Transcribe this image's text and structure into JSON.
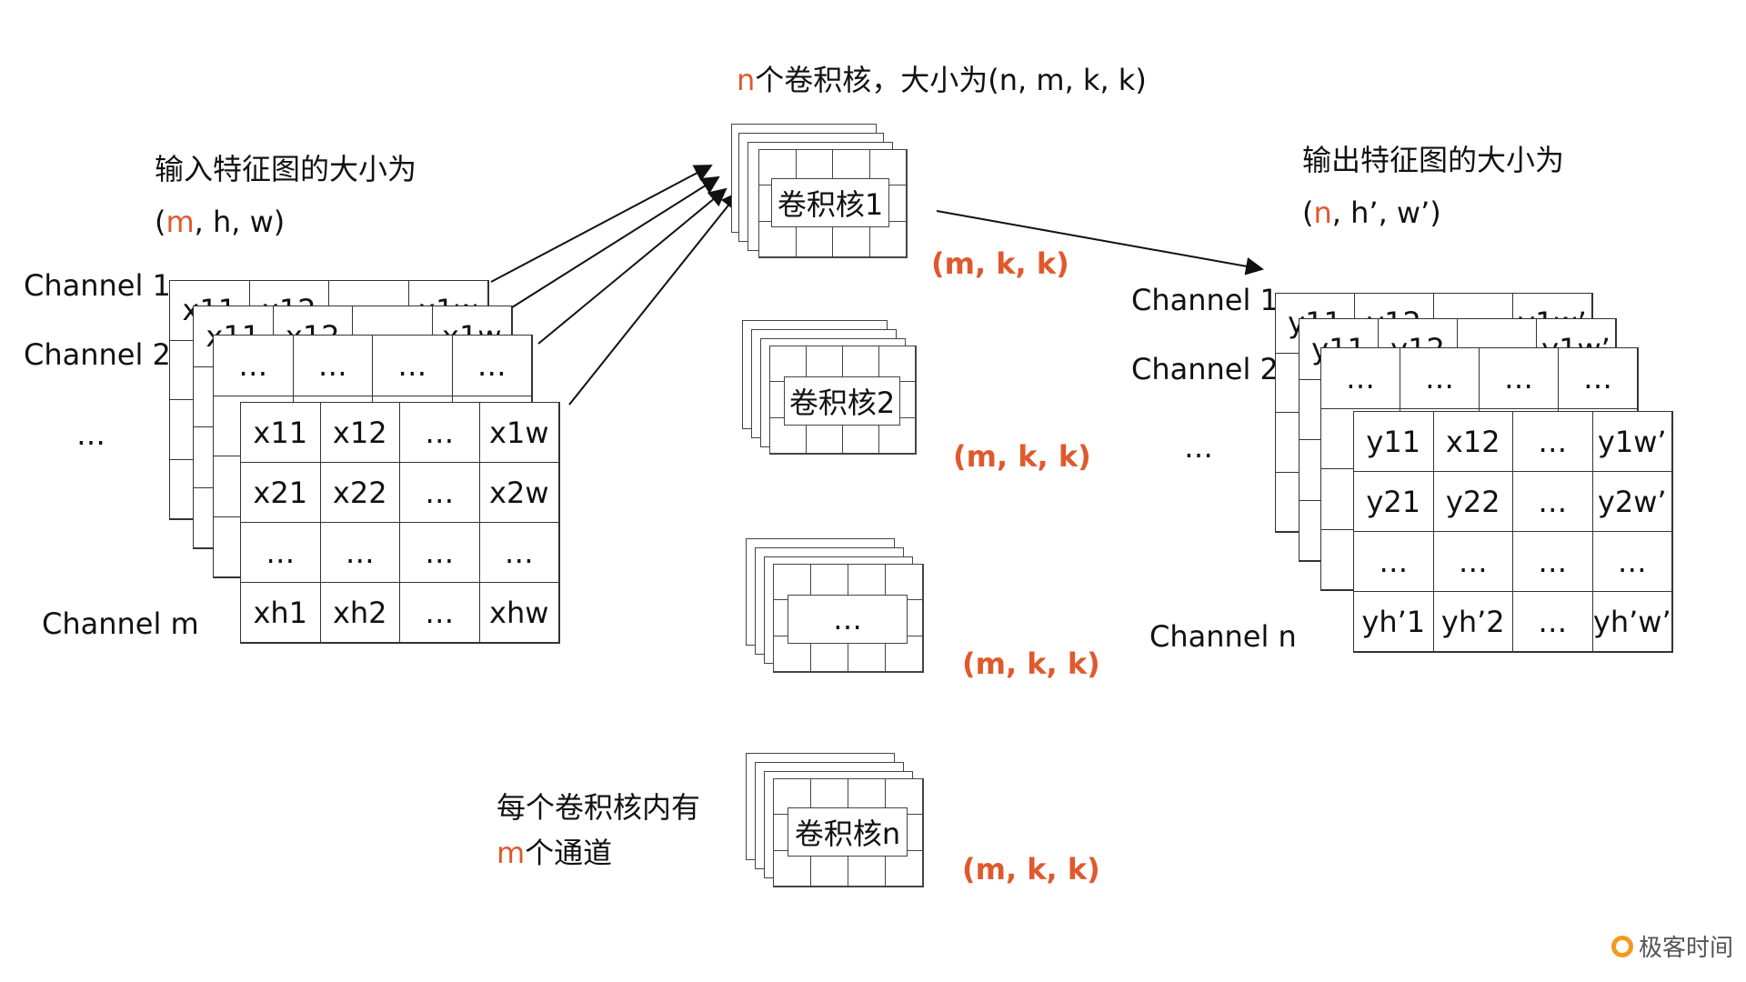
{
  "kernels_title": {
    "n": "n",
    "rest": "个卷积核，大小为(n, m, k, k)"
  },
  "input_title": {
    "line1": "输入特征图的大小为",
    "open": "(",
    "m": "m",
    "rest": ", h, w)"
  },
  "output_title": {
    "line1": "输出特征图的大小为",
    "open": "(",
    "n": "n",
    "rest": ", h’, w’)"
  },
  "input_channels": {
    "c1": "Channel 1",
    "c2": "Channel 2",
    "dots": "…",
    "cm": "Channel m"
  },
  "output_channels": {
    "c1": "Channel 1",
    "c2": "Channel 2",
    "dots": "…",
    "cn": "Channel n"
  },
  "input_front_matrix": [
    [
      "x11",
      "x12",
      "…",
      "x1w"
    ],
    [
      "x21",
      "x22",
      "…",
      "x2w"
    ],
    [
      "…",
      "…",
      "…",
      "…"
    ],
    [
      "xh1",
      "xh2",
      "…",
      "xhw"
    ]
  ],
  "input_back_top_row": [
    "…",
    "…",
    "…",
    "…"
  ],
  "input_hidden_row_1": [
    "x11",
    "x12",
    "",
    "x1w"
  ],
  "output_front_matrix": [
    [
      "y11",
      "x12",
      "…",
      "y1w’"
    ],
    [
      "y21",
      "y22",
      "…",
      "y2w’"
    ],
    [
      "…",
      "…",
      "…",
      "…"
    ],
    [
      "yh’1",
      "yh’2",
      "…",
      "yh’w’"
    ]
  ],
  "output_back_top_row": [
    "…",
    "…",
    "…",
    "…"
  ],
  "output_hidden_row_1": [
    "y11",
    "y12",
    "",
    "y1w’"
  ],
  "kernels": [
    {
      "label": "卷积核1",
      "size": "(m, k, k)"
    },
    {
      "label": "卷积核2",
      "size": "(m, k, k)"
    },
    {
      "label": "…",
      "size": "(m, k, k)"
    },
    {
      "label": "卷积核n",
      "size": "(m, k, k)"
    }
  ],
  "kernel_note": {
    "line1": "每个卷积核内有",
    "m": "m",
    "line2_rest": "个通道"
  },
  "logo_text": "极客时间",
  "colors": {
    "accent": "#e0592d",
    "logo": "#f39a1f"
  }
}
